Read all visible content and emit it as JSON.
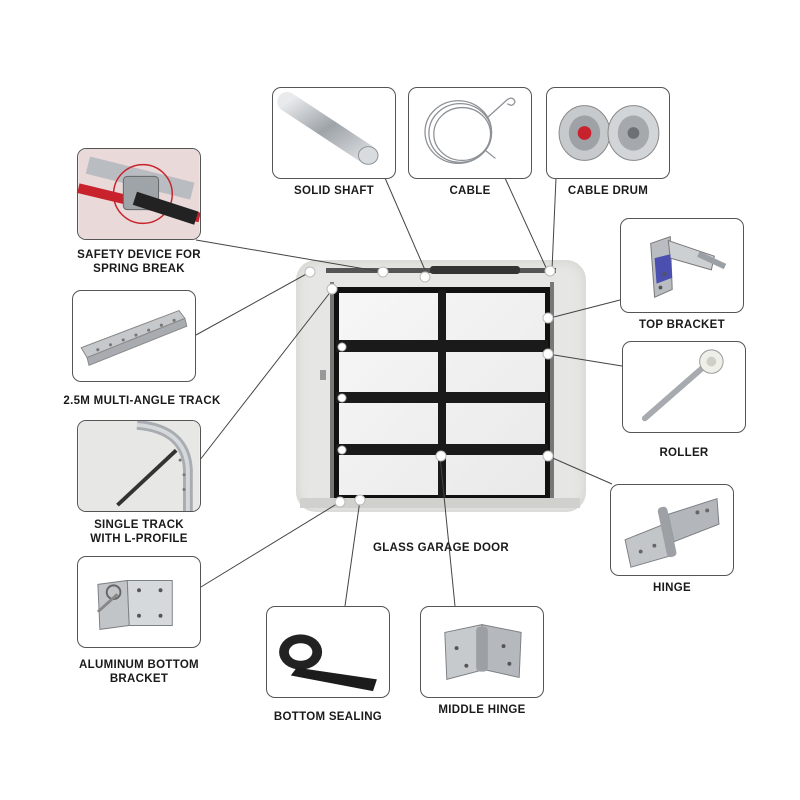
{
  "labels": {
    "solid_shaft": "SOLID SHAFT",
    "cable": "CABLE",
    "cable_drum": "CABLE DRUM",
    "safety_device": "SAFETY DEVICE FOR\nSPRING BREAK",
    "top_bracket": "TOP BRACKET",
    "multi_angle_track": "2.5M MULTI-ANGLE TRACK",
    "roller": "ROLLER",
    "single_track": "SINGLE TRACK\nWITH L-PROFILE",
    "hinge": "HINGE",
    "glass_garage_door": "GLASS GARAGE DOOR",
    "aluminum_bottom_bracket": "ALUMINUM BOTTOM\nBRACKET",
    "bottom_sealing": "BOTTOM SEALING",
    "middle_hinge": "MIDDLE HINGE"
  },
  "colors": {
    "frame_border": "#555555",
    "leader_line": "#444444",
    "door_frame": "#111111",
    "metal": "#b9bcc0",
    "red_accent": "#c8232c"
  },
  "icons": {
    "solid_shaft": "shaft-icon",
    "cable": "cable-icon",
    "cable_drum": "cable-drum-icon",
    "safety_device": "safety-device-icon",
    "top_bracket": "top-bracket-icon",
    "multi_angle_track": "track-icon",
    "roller": "roller-icon",
    "single_track": "single-track-icon",
    "hinge": "hinge-icon",
    "aluminum_bottom_bracket": "bottom-bracket-icon",
    "bottom_sealing": "sealing-strip-icon",
    "middle_hinge": "middle-hinge-icon"
  }
}
